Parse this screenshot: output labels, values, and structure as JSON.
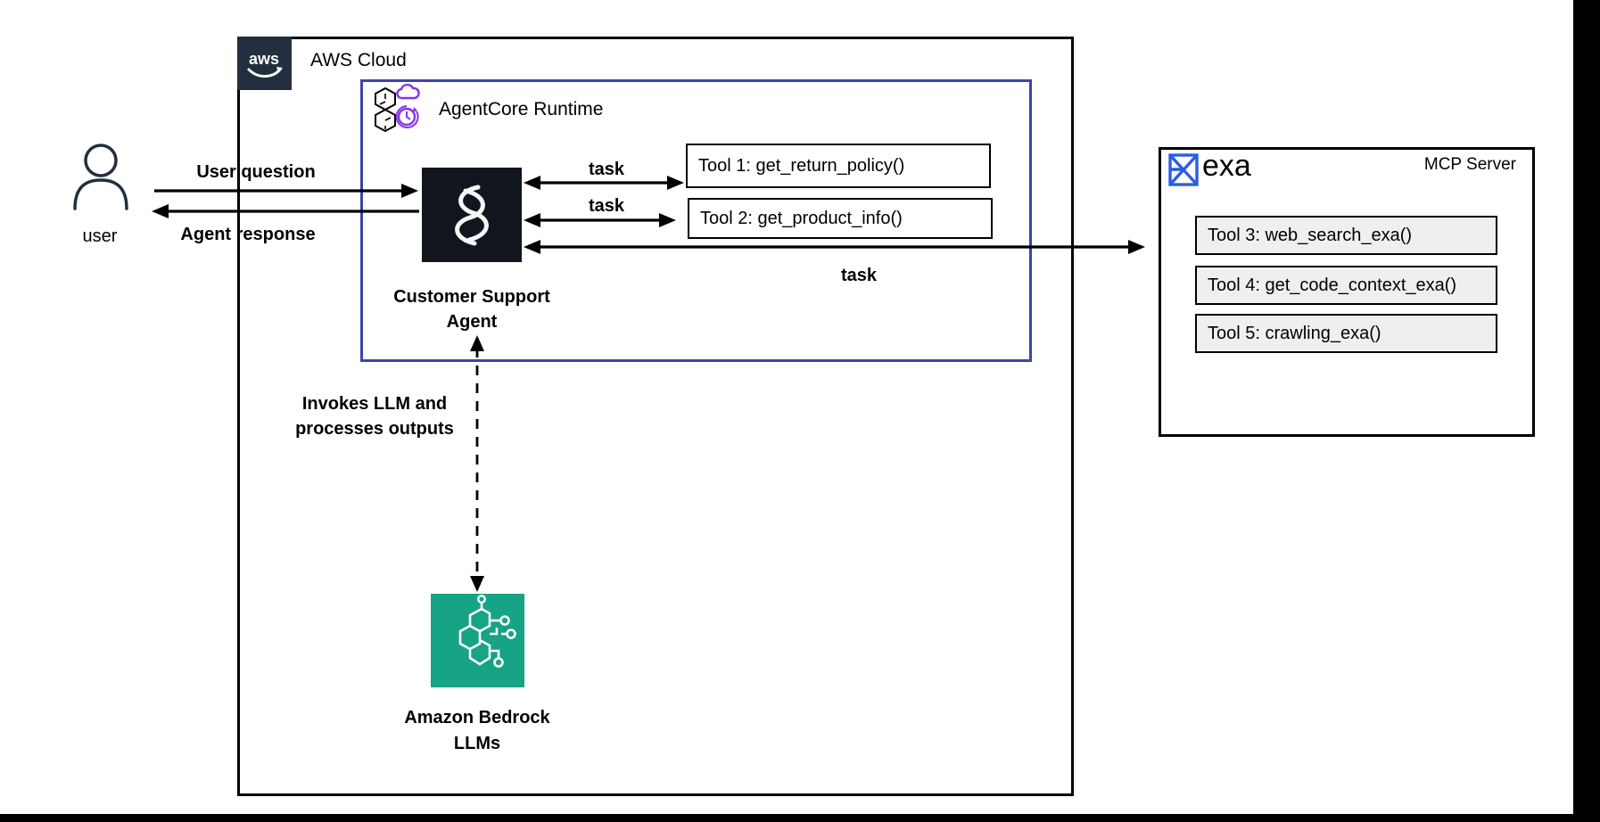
{
  "diagram": {
    "colors": {
      "aws_navy": "#232F3E",
      "agentcore_purple": "#3D44AE",
      "agent_dark": "#11161E",
      "bedrock_teal": "#16A386",
      "exa_blue": "#2B5CE6",
      "tool_gray_fill": "#EFEFEF",
      "line_black": "#000000"
    },
    "aws_cloud": {
      "logo_text": "aws",
      "label": "AWS Cloud"
    },
    "agentcore": {
      "label": "AgentCore Runtime"
    },
    "agent": {
      "caption_line1": "Customer Support",
      "caption_line2": "Agent"
    },
    "user": {
      "label": "user"
    },
    "arrows": {
      "user_question": "User question",
      "agent_response": "Agent response",
      "task_tool1": "task",
      "task_tool2": "task",
      "task_mcp": "task",
      "invokes_line1": "Invokes LLM and",
      "invokes_line2": "processes outputs"
    },
    "local_tools": [
      {
        "label": "Tool 1: get_return_policy()"
      },
      {
        "label": "Tool 2: get_product_info()"
      }
    ],
    "mcp_server": {
      "brand": "exa",
      "title": "MCP Server",
      "tools": [
        {
          "label": "Tool 3: web_search_exa()"
        },
        {
          "label": "Tool 4: get_code_context_exa()"
        },
        {
          "label": "Tool 5: crawling_exa()"
        }
      ]
    },
    "bedrock": {
      "caption_line1": "Amazon Bedrock",
      "caption_line2": "LLMs"
    }
  }
}
